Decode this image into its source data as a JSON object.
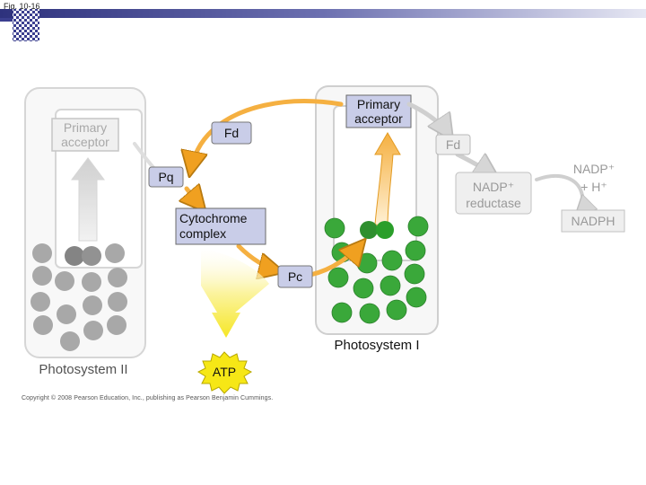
{
  "header": {
    "fig_label": "Fig. 10-16"
  },
  "photosystem_ii": {
    "title": "Photosystem II",
    "primary_acceptor": [
      "Primary",
      "acceptor"
    ]
  },
  "photosystem_i": {
    "title": "Photosystem I",
    "primary_acceptor": [
      "Primary",
      "acceptor"
    ]
  },
  "carriers": {
    "fd_center": "Fd",
    "pq": "Pq",
    "cytochrome_complex": [
      "Cytochrome",
      "complex"
    ],
    "pc": "Pc",
    "atp": "ATP",
    "fd_right": "Fd",
    "nadp_reductase": [
      "NADP⁺",
      "reductase"
    ]
  },
  "products": {
    "nadp_plus": "NADP⁺",
    "h_plus": "+ H⁺",
    "nadph": "NADPH"
  },
  "footer": {
    "copyright": "Copyright © 2008 Pearson Education, Inc., publishing as Pearson Benjamin Cummings."
  },
  "colors": {
    "banner_blue": "#3b3f8f",
    "orange_arrow": "#f5b041",
    "green_pigment": "#3aa83a",
    "gray_pigment": "#9a9a9a",
    "atp_yellow": "#f6e716",
    "carrier_box": "#c9cde8"
  }
}
